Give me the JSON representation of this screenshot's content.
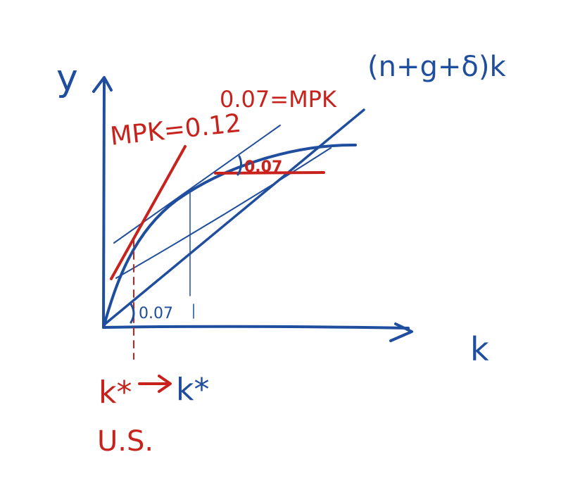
{
  "colors": {
    "blue": "#1f4e9e",
    "red": "#c8221c",
    "background": "#ffffff"
  },
  "axes": {
    "y_label": "y",
    "x_label": "k"
  },
  "curves": {
    "depreciation_line_label": "(n+g+δ)k"
  },
  "annotations": {
    "mpk_red": "MPK=0.12",
    "mpk_top": "0.07=MPK",
    "angle_top": "0.07",
    "angle_bottom": "0.07"
  },
  "points": {
    "k_red": "k*",
    "k_blue": "k*",
    "arrow": "→",
    "country": "U.S."
  }
}
